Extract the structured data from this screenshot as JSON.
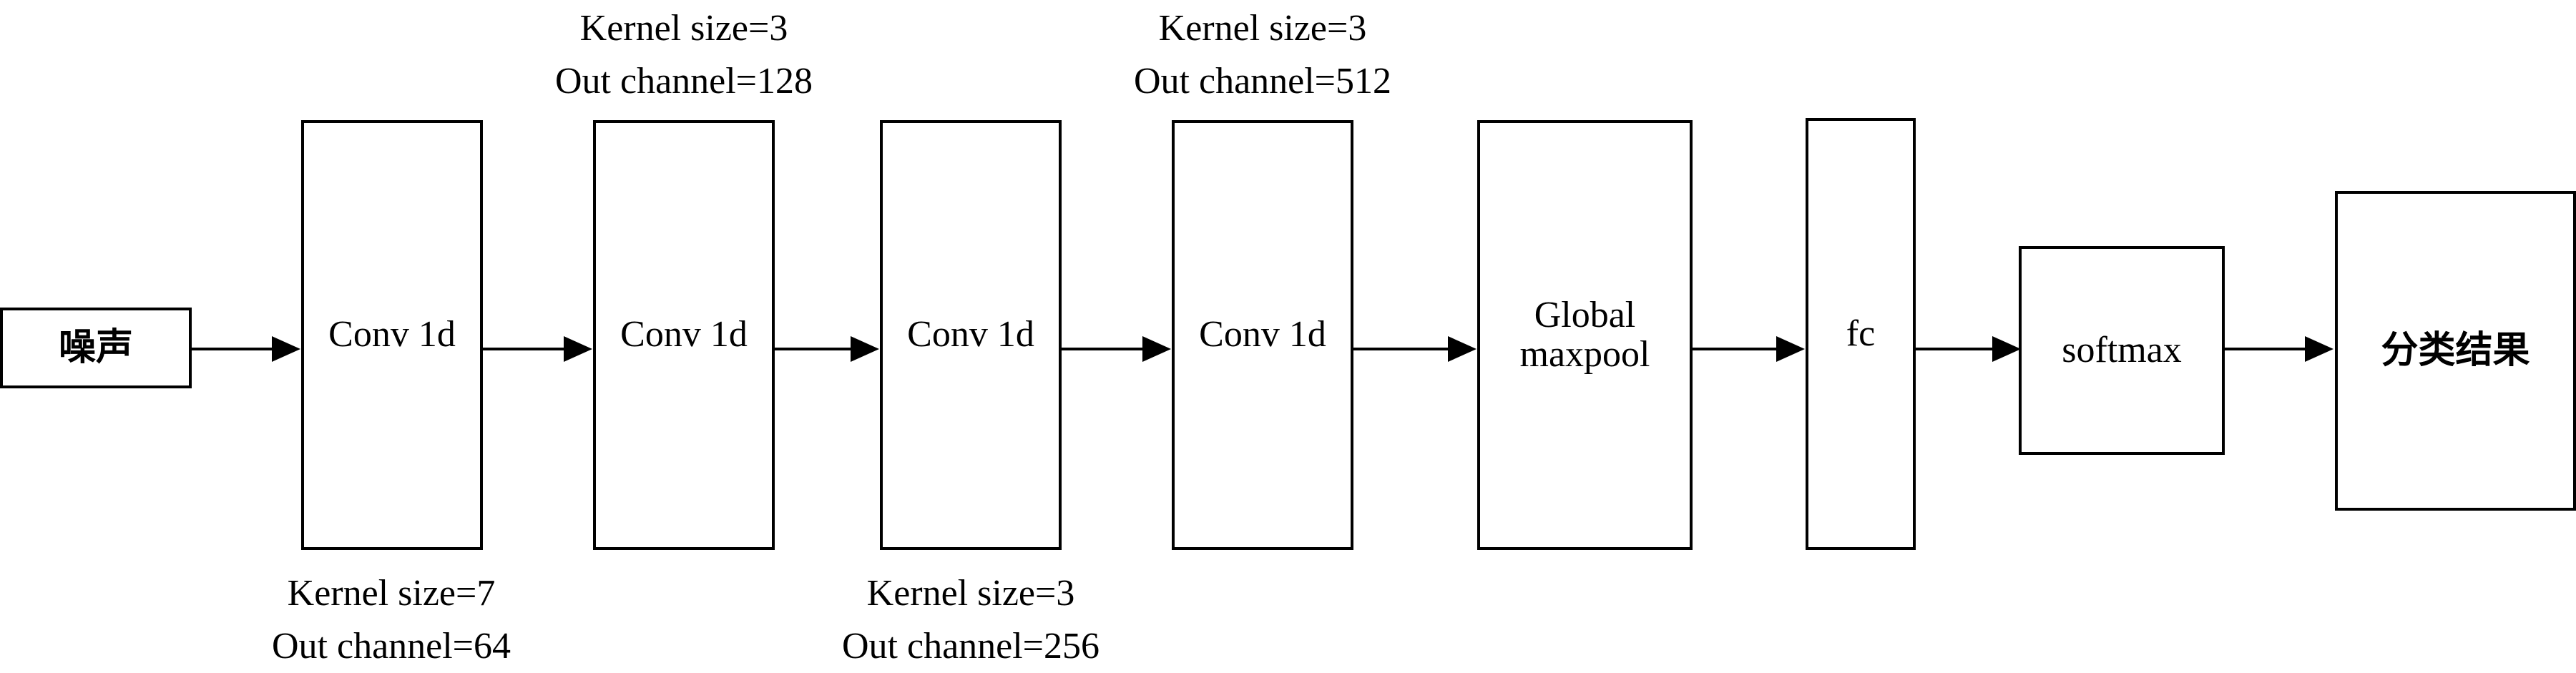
{
  "nodes": {
    "input": "噪声",
    "conv1": "Conv 1d",
    "conv2": "Conv 1d",
    "conv3": "Conv 1d",
    "conv4": "Conv 1d",
    "pool_line1": "Global",
    "pool_line2": "maxpool",
    "fc": "fc",
    "softmax": "softmax",
    "output": "分类结果"
  },
  "annotations": {
    "conv1": {
      "kernel": "Kernel size=7",
      "channels": "Out channel=64"
    },
    "conv2": {
      "kernel": "Kernel size=3",
      "channels": "Out channel=128"
    },
    "conv3": {
      "kernel": "Kernel size=3",
      "channels": "Out channel=256"
    },
    "conv4": {
      "kernel": "Kernel size=3",
      "channels": "Out channel=512"
    }
  }
}
